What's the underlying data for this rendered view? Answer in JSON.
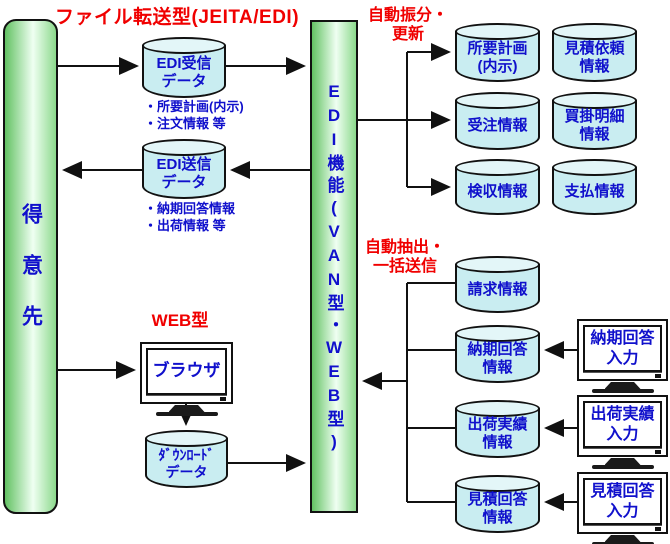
{
  "colors": {
    "label_red": "#f00000",
    "text_blue": "#1010cc",
    "bar_green_edge": "#63c263",
    "bar_green_center": "#effff2",
    "cylinder_fill": "#c9edf1",
    "cylinder_top_fill": "#e3f6f8",
    "line_black": "#111111"
  },
  "header": {
    "title": "ファイル転送型(JEITA/EDI)"
  },
  "left_bar": {
    "label": "得意先"
  },
  "center_bar": {
    "label": "EDI機能(VAN型・WEB型)"
  },
  "file_transfer_section": {
    "receive_db": "EDI受信\nデータ",
    "receive_note": "・所要計画(内示)\n・注文情報 等",
    "send_db": "EDI送信\nデータ",
    "send_note": "・納期回答情報\n・出荷情報 等"
  },
  "auto_sort_section": {
    "label": "自動振分・\n更新",
    "databases": [
      "所要計画\n(内示)",
      "見積依頼\n情報",
      "受注情報",
      "買掛明細\n情報",
      "検収情報",
      "支払情報"
    ]
  },
  "auto_extract_section": {
    "label": "自動抽出・\n一括送信",
    "databases": [
      "請求情報",
      "納期回答\n情報",
      "出荷実績\n情報",
      "見積回答\n情報"
    ],
    "input_terminals": [
      "納期回答\n入力",
      "出荷実績\n入力",
      "見積回答\n入力"
    ]
  },
  "web_section": {
    "label": "WEB型",
    "browser": "ブラウザ",
    "download_db": "ﾀﾞｳﾝﾛｰﾄﾞ\nデータ"
  }
}
